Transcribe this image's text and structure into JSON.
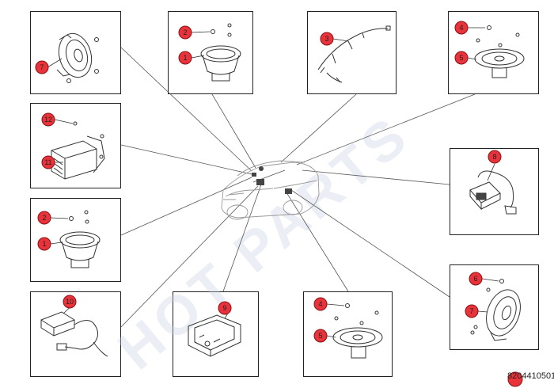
{
  "watermark": "HOT PARTS",
  "document_number": "8204410501",
  "callouts": [
    {
      "id": "c-p1-7",
      "label": "7"
    },
    {
      "id": "c-p2-2",
      "label": "2"
    },
    {
      "id": "c-p2-1",
      "label": "1"
    },
    {
      "id": "c-p3-3",
      "label": "3"
    },
    {
      "id": "c-p4-4",
      "label": "4"
    },
    {
      "id": "c-p4-5",
      "label": "5"
    },
    {
      "id": "c-p5-12",
      "label": "12"
    },
    {
      "id": "c-p5-11",
      "label": "11"
    },
    {
      "id": "c-p6-8",
      "label": "8"
    },
    {
      "id": "c-p7-2",
      "label": "2"
    },
    {
      "id": "c-p7-1",
      "label": "1"
    },
    {
      "id": "c-p8-6",
      "label": "6"
    },
    {
      "id": "c-p8-7",
      "label": "7"
    },
    {
      "id": "c-p9-10",
      "label": "10"
    },
    {
      "id": "c-p10-9",
      "label": "9"
    },
    {
      "id": "c-p11-4",
      "label": "4"
    },
    {
      "id": "c-p11-5",
      "label": "5"
    }
  ],
  "colors": {
    "callout_fill": "#e8333a",
    "callout_stroke": "#8b1016",
    "line": "#555555",
    "panel_border": "#222222"
  }
}
